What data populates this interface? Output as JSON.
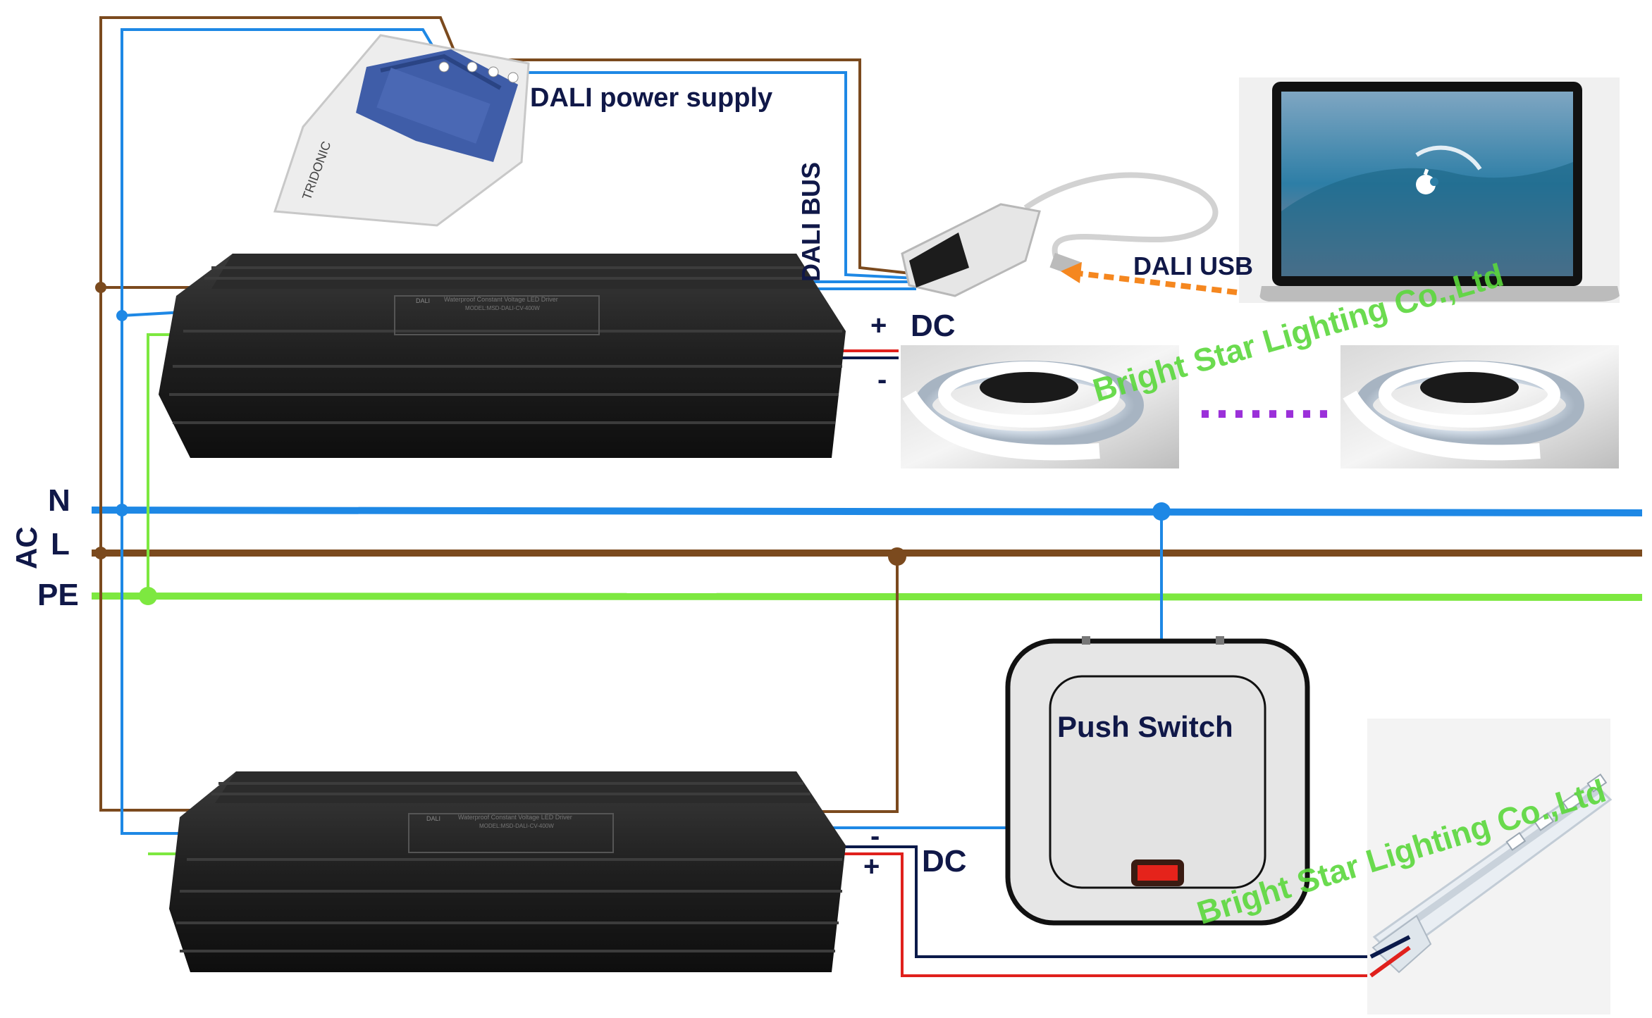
{
  "labels": {
    "dali_power_supply": "DALI power supply",
    "dali_bus": "DALI BUS",
    "dali_usb": "DALI USB",
    "dc_top": "DC",
    "plus_top": "+",
    "minus_top": "-",
    "dc_bottom": "DC",
    "minus_bottom": "-",
    "plus_bottom": "+",
    "ac": "AC",
    "n": "N",
    "l": "L",
    "pe": "PE",
    "push_switch": "Push Switch",
    "dots": "........"
  },
  "watermark": {
    "text": "Bright Star Lighting Co.,Ltd"
  },
  "drivers": {
    "title": "Waterproof Constant Voltage LED Driver",
    "model": "MODEL:MSD-DALI-CV-400W",
    "brand": "DALI"
  },
  "psu_brand": "TRIDONIC",
  "colors": {
    "neutral": "#1e88e5",
    "live": "#7b4a1e",
    "earth": "#7de840",
    "dc_positive": "#e0201c",
    "dc_negative": "#0b1a4a",
    "dali_bus": "#1e88e5",
    "usb_arrow": "#f5871f",
    "dots": "#9b30d9",
    "label_text": "#101848",
    "watermark": "#5bd83c"
  }
}
